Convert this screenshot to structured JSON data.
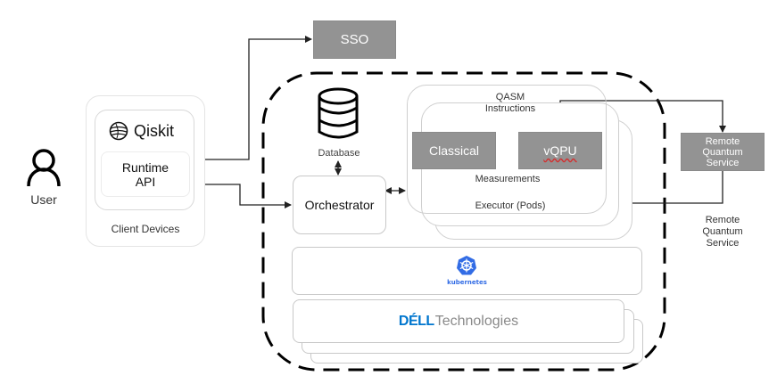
{
  "user": {
    "label": "User",
    "icon": "user-icon"
  },
  "client": {
    "brand": "Qiskit",
    "brand_icon": "qiskit-globe-icon",
    "api_label_line1": "Runtime",
    "api_label_line2": "API",
    "group_label": "Client Devices"
  },
  "sso": {
    "label": "SSO"
  },
  "database": {
    "label": "Database",
    "icon": "database-icon"
  },
  "orchestrator": {
    "label": "Orchestrator"
  },
  "executor": {
    "qasm_line1": "QASM",
    "qasm_line2": "Instructions",
    "classical": "Classical",
    "vqpu": "vQPU",
    "measurements": "Measurements",
    "label": "Executor (Pods)"
  },
  "remote": {
    "box_line1": "Remote",
    "box_line2": "Quantum",
    "box_line3": "Service",
    "caption_line1": "Remote",
    "caption_line2": "Quantum",
    "caption_line3": "Service"
  },
  "kubernetes": {
    "label": "kubernetes",
    "icon": "kubernetes-helm-icon"
  },
  "dell": {
    "brand": "DÉLL",
    "suffix": "Technologies"
  },
  "colors": {
    "gray_box": "#939393",
    "kubernetes_blue": "#326ce5",
    "dell_blue": "#0076ce",
    "border_light": "#cfcfcf"
  }
}
